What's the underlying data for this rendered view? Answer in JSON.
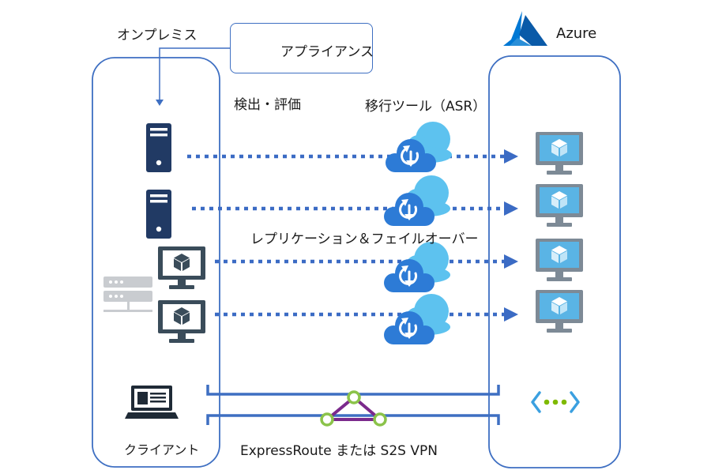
{
  "labels": {
    "onprem": "オンプレミス",
    "azure": "Azure",
    "appliance": "アプライアンス",
    "discover": "検出・評価",
    "migration_tool": "移行ツール（ASR）",
    "replication": "レプリケーション＆フェイルオーバー",
    "client": "クライアント",
    "connection": "ExpressRoute または S2S VPN"
  },
  "icons": {
    "microsoft_logo": "microsoft-logo-icon",
    "azure_logo": "azure-logo-icon",
    "server": "server-tower-icon",
    "vm": "virtual-machine-icon",
    "hypervisor": "hypervisor-host-icon",
    "cloud_sync": "cloud-sync-icon",
    "laptop": "laptop-icon",
    "network": "network-connection-icon",
    "peering": "peering-triangle-icon"
  },
  "colors": {
    "accent": "#3e6fc2",
    "dotted_arrow": "#3b6bc4",
    "server_navy": "#213a64",
    "monitor_dark": "#3a4c5a",
    "azure_monitor": "#7d8a96",
    "screen_blue": "#5ab4e5",
    "cloud_blue": "#2d7bd6",
    "cloud_light": "#5dc2ef",
    "triangle_purple": "#7b2a8c",
    "triangle_green": "#8bc34a",
    "network_blue": "#3ba0e0",
    "network_green": "#7fba00"
  }
}
